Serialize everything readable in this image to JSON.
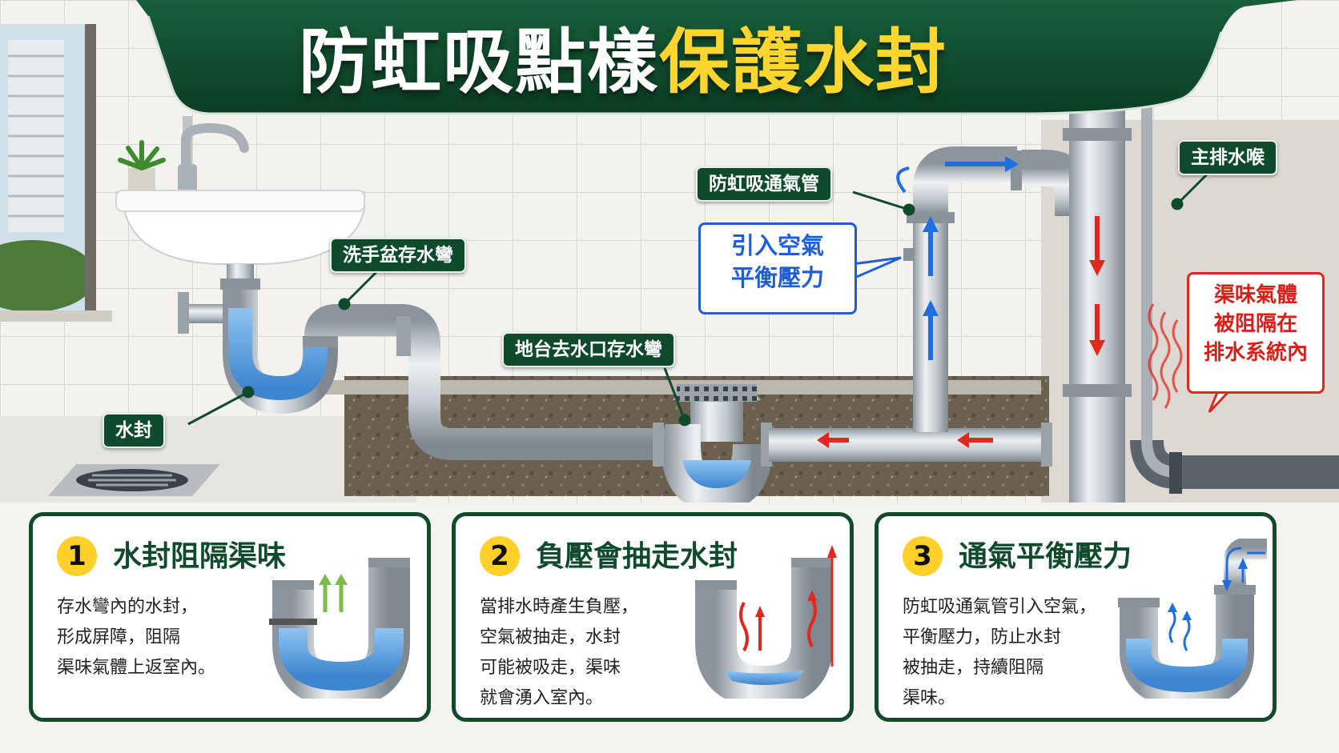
{
  "title": {
    "part1": "防虹吸點樣",
    "part2": "保護水封"
  },
  "labels": {
    "basin_trap": "洗手盆存水彎",
    "water_seal": "水封",
    "floor_drain_trap": "地台去水口存水彎",
    "vent_pipe": "防虹吸通氣管",
    "main_stack": "主排水喉"
  },
  "callouts": {
    "air_in": [
      "引入空氣",
      "平衡壓力"
    ],
    "gas_blocked": [
      "渠味氣體",
      "被阻隔在",
      "排水系統內"
    ]
  },
  "cards": [
    {
      "number": "1",
      "title": "水封阻隔渠味",
      "body": [
        "存水彎內的水封，",
        "形成屏障，阻隔",
        "渠味氣體上返室內。"
      ]
    },
    {
      "number": "2",
      "title": "負壓會抽走水封",
      "body": [
        "當排水時產生負壓，",
        "空氣被抽走，水封",
        "可能被吸走，渠味",
        "就會湧入室內。"
      ]
    },
    {
      "number": "3",
      "title": "通氣平衡壓力",
      "body": [
        "防虹吸通氣管引入空氣，",
        "平衡壓力，防止水封",
        "被抽走，持續阻隔",
        "渠味。"
      ]
    }
  ],
  "colors": {
    "banner": "#0f4a2d",
    "title_white": "#ffffff",
    "title_yellow": "#ffd52e",
    "air_blue": "#1f6fe0",
    "gas_red": "#e0281f",
    "water": "#4f9be0",
    "pipe": "#b9c0c6"
  },
  "icons": [
    "faucet-icon",
    "plant-icon",
    "floor-drain-grate-icon",
    "air-arrow-icon",
    "gas-arrow-icon",
    "odor-wave-icon"
  ]
}
